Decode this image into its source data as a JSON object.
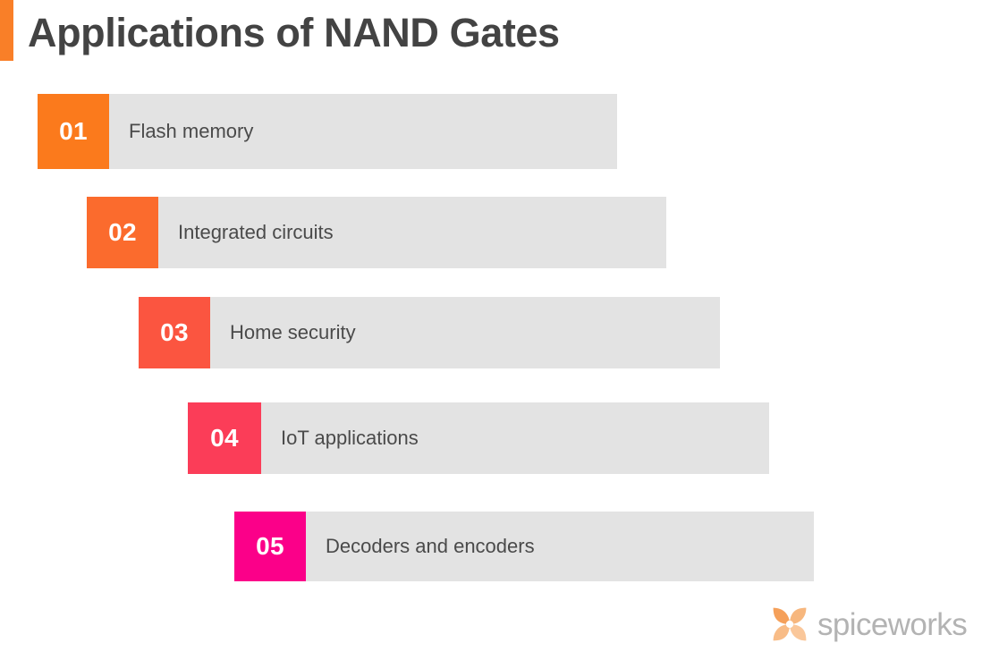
{
  "title": {
    "text": "Applications of NAND Gates",
    "accent_color": "#f97f28",
    "text_color": "#434343"
  },
  "list": {
    "bar_color": "#e3e3e3",
    "label_color": "#4a4a4a",
    "items": [
      {
        "number": "01",
        "label": "Flash memory",
        "color": "#fb7a1c"
      },
      {
        "number": "02",
        "label": "Integrated circuits",
        "color": "#fb6b2d"
      },
      {
        "number": "03",
        "label": "Home security",
        "color": "#fb5540"
      },
      {
        "number": "04",
        "label": "IoT applications",
        "color": "#fb3d58"
      },
      {
        "number": "05",
        "label": "Decoders and encoders",
        "color": "#fb0089"
      }
    ]
  },
  "logo": {
    "name": "spiceworks",
    "text_color": "#b3b3b3",
    "mark_colors": [
      "#f5a05a",
      "#f7b77e",
      "#fac79a",
      "#f8bc87"
    ]
  }
}
